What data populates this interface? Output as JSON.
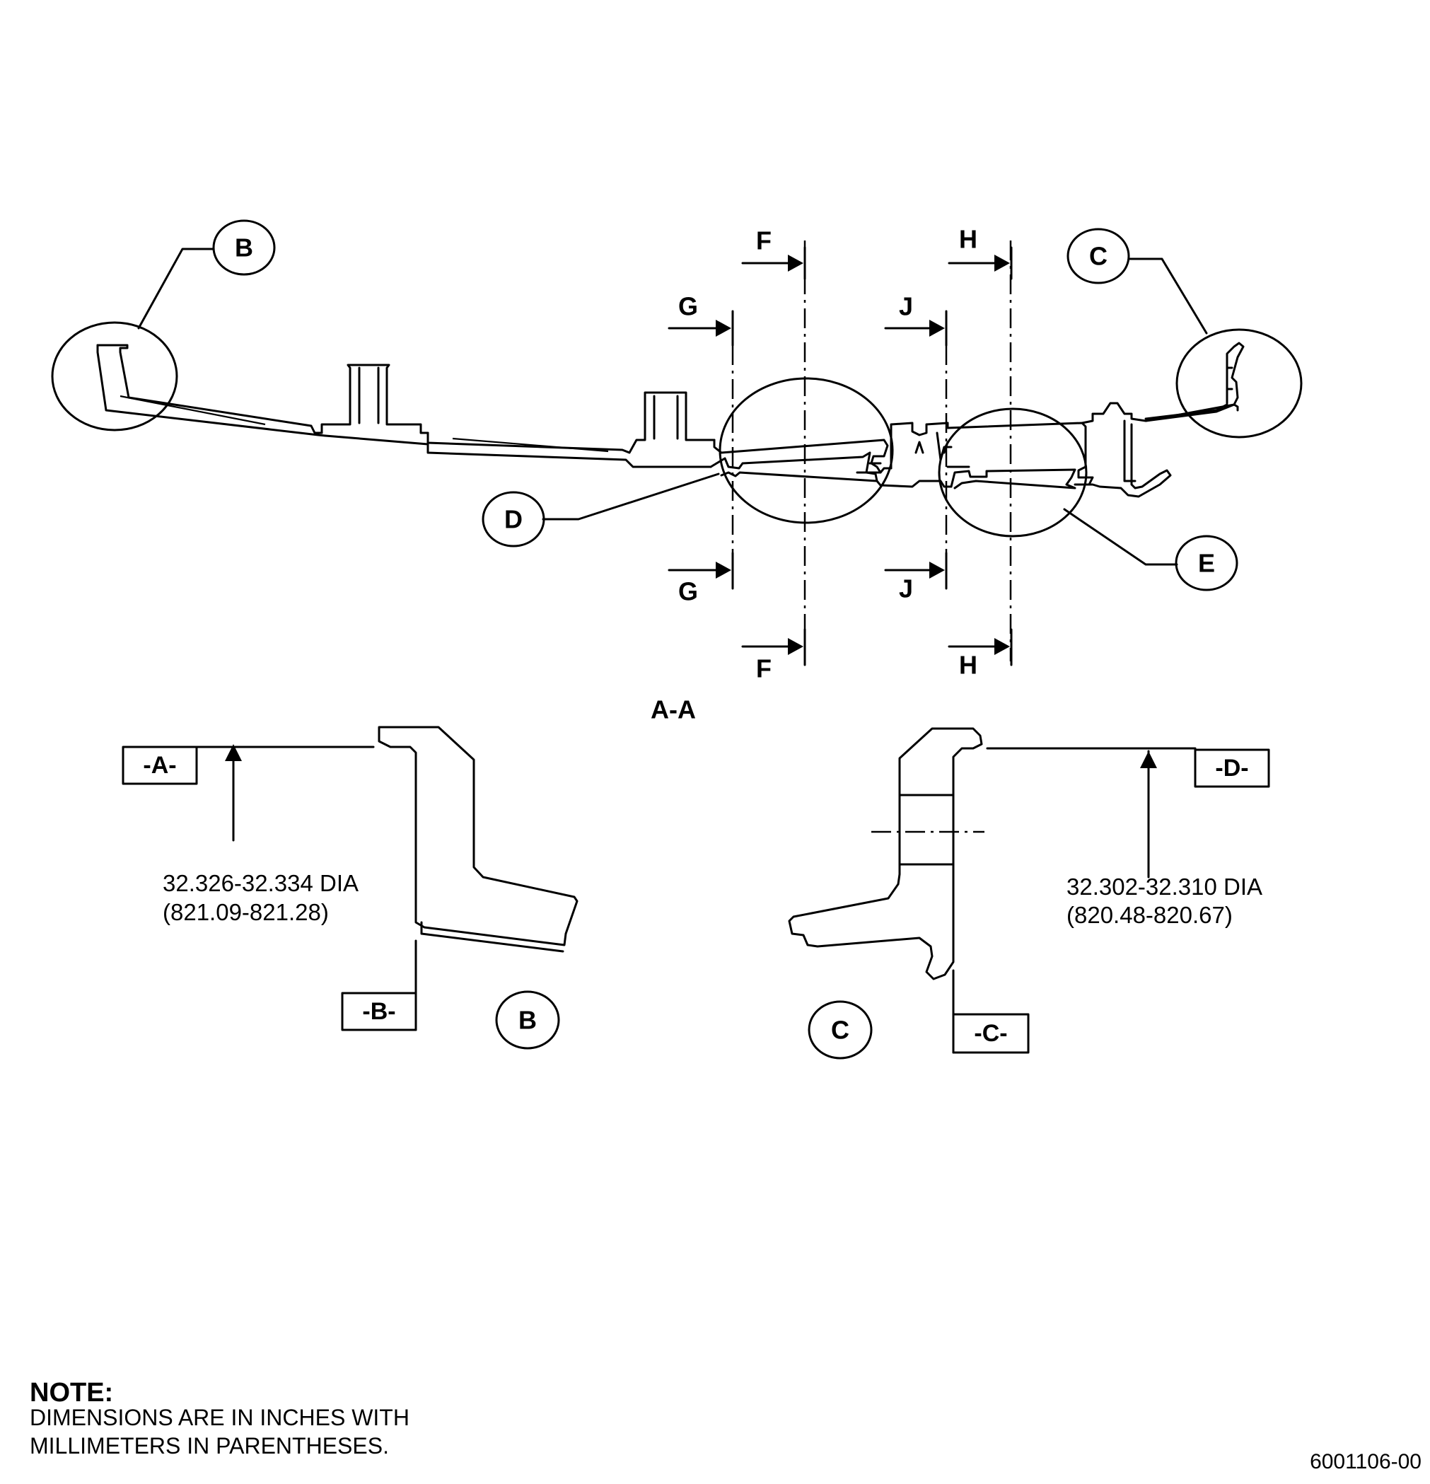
{
  "callouts": {
    "b": "B",
    "c": "C",
    "d": "D",
    "e": "E",
    "detail_b": "B",
    "detail_c": "C"
  },
  "section_cuts": {
    "f_top": "F",
    "f_bottom": "F",
    "g_top": "G",
    "g_bottom": "G",
    "h_top": "H",
    "h_bottom": "H",
    "j_top": "J",
    "j_bottom": "J"
  },
  "section_title": "A-A",
  "datums": {
    "a": "-A-",
    "b": "-B-",
    "c": "-C-",
    "d": "-D-"
  },
  "dimensions": {
    "b_inch": "32.326-32.334 DIA",
    "b_mm": "(821.09-821.28)",
    "c_inch": "32.302-32.310 DIA",
    "c_mm": "(820.48-820.67)"
  },
  "note": {
    "title": "NOTE:",
    "line1": "DIMENSIONS ARE IN INCHES WITH",
    "line2": "MILLIMETERS IN PARENTHESES."
  },
  "drawing_number": "6001106-00"
}
